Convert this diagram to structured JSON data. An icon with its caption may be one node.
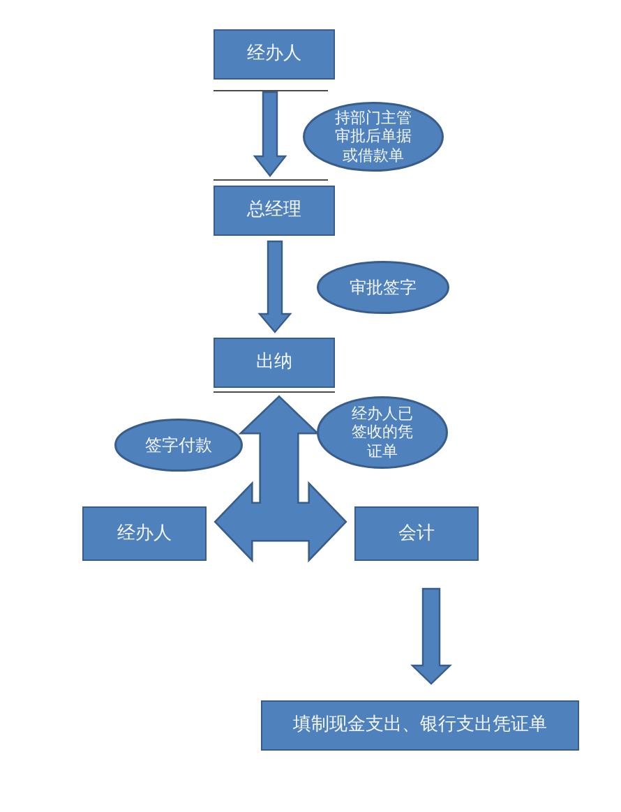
{
  "diagram": {
    "nodes": [
      {
        "text": [
          "经办人"
        ]
      },
      {
        "text": [
          "持部门主管审批后单据或借款单"
        ]
      },
      {
        "text": [
          "总经理"
        ]
      },
      {
        "text": [
          "审批签字"
        ]
      },
      {
        "text": [
          "出纳"
        ]
      },
      {
        "text": [
          "签字付款"
        ]
      },
      {
        "text": [
          "经办人已签收的凭证单"
        ]
      },
      {
        "text": [
          "经办人"
        ]
      },
      {
        "text": [
          "会计"
        ]
      },
      {
        "text": [
          "填制现金支出、银行支出凭证单"
        ]
      }
    ],
    "edges": [
      {
        "from": 0,
        "to": 2,
        "arrow": "to"
      },
      {
        "from": 2,
        "to": 4,
        "arrow": "to"
      },
      {
        "from": 4,
        "to": 7,
        "arrow": "both"
      },
      {
        "from": 4,
        "to": 8,
        "arrow": "both"
      },
      {
        "from": 7,
        "to": 8,
        "arrow": "both"
      },
      {
        "from": 8,
        "to": 9,
        "arrow": "to"
      }
    ]
  }
}
